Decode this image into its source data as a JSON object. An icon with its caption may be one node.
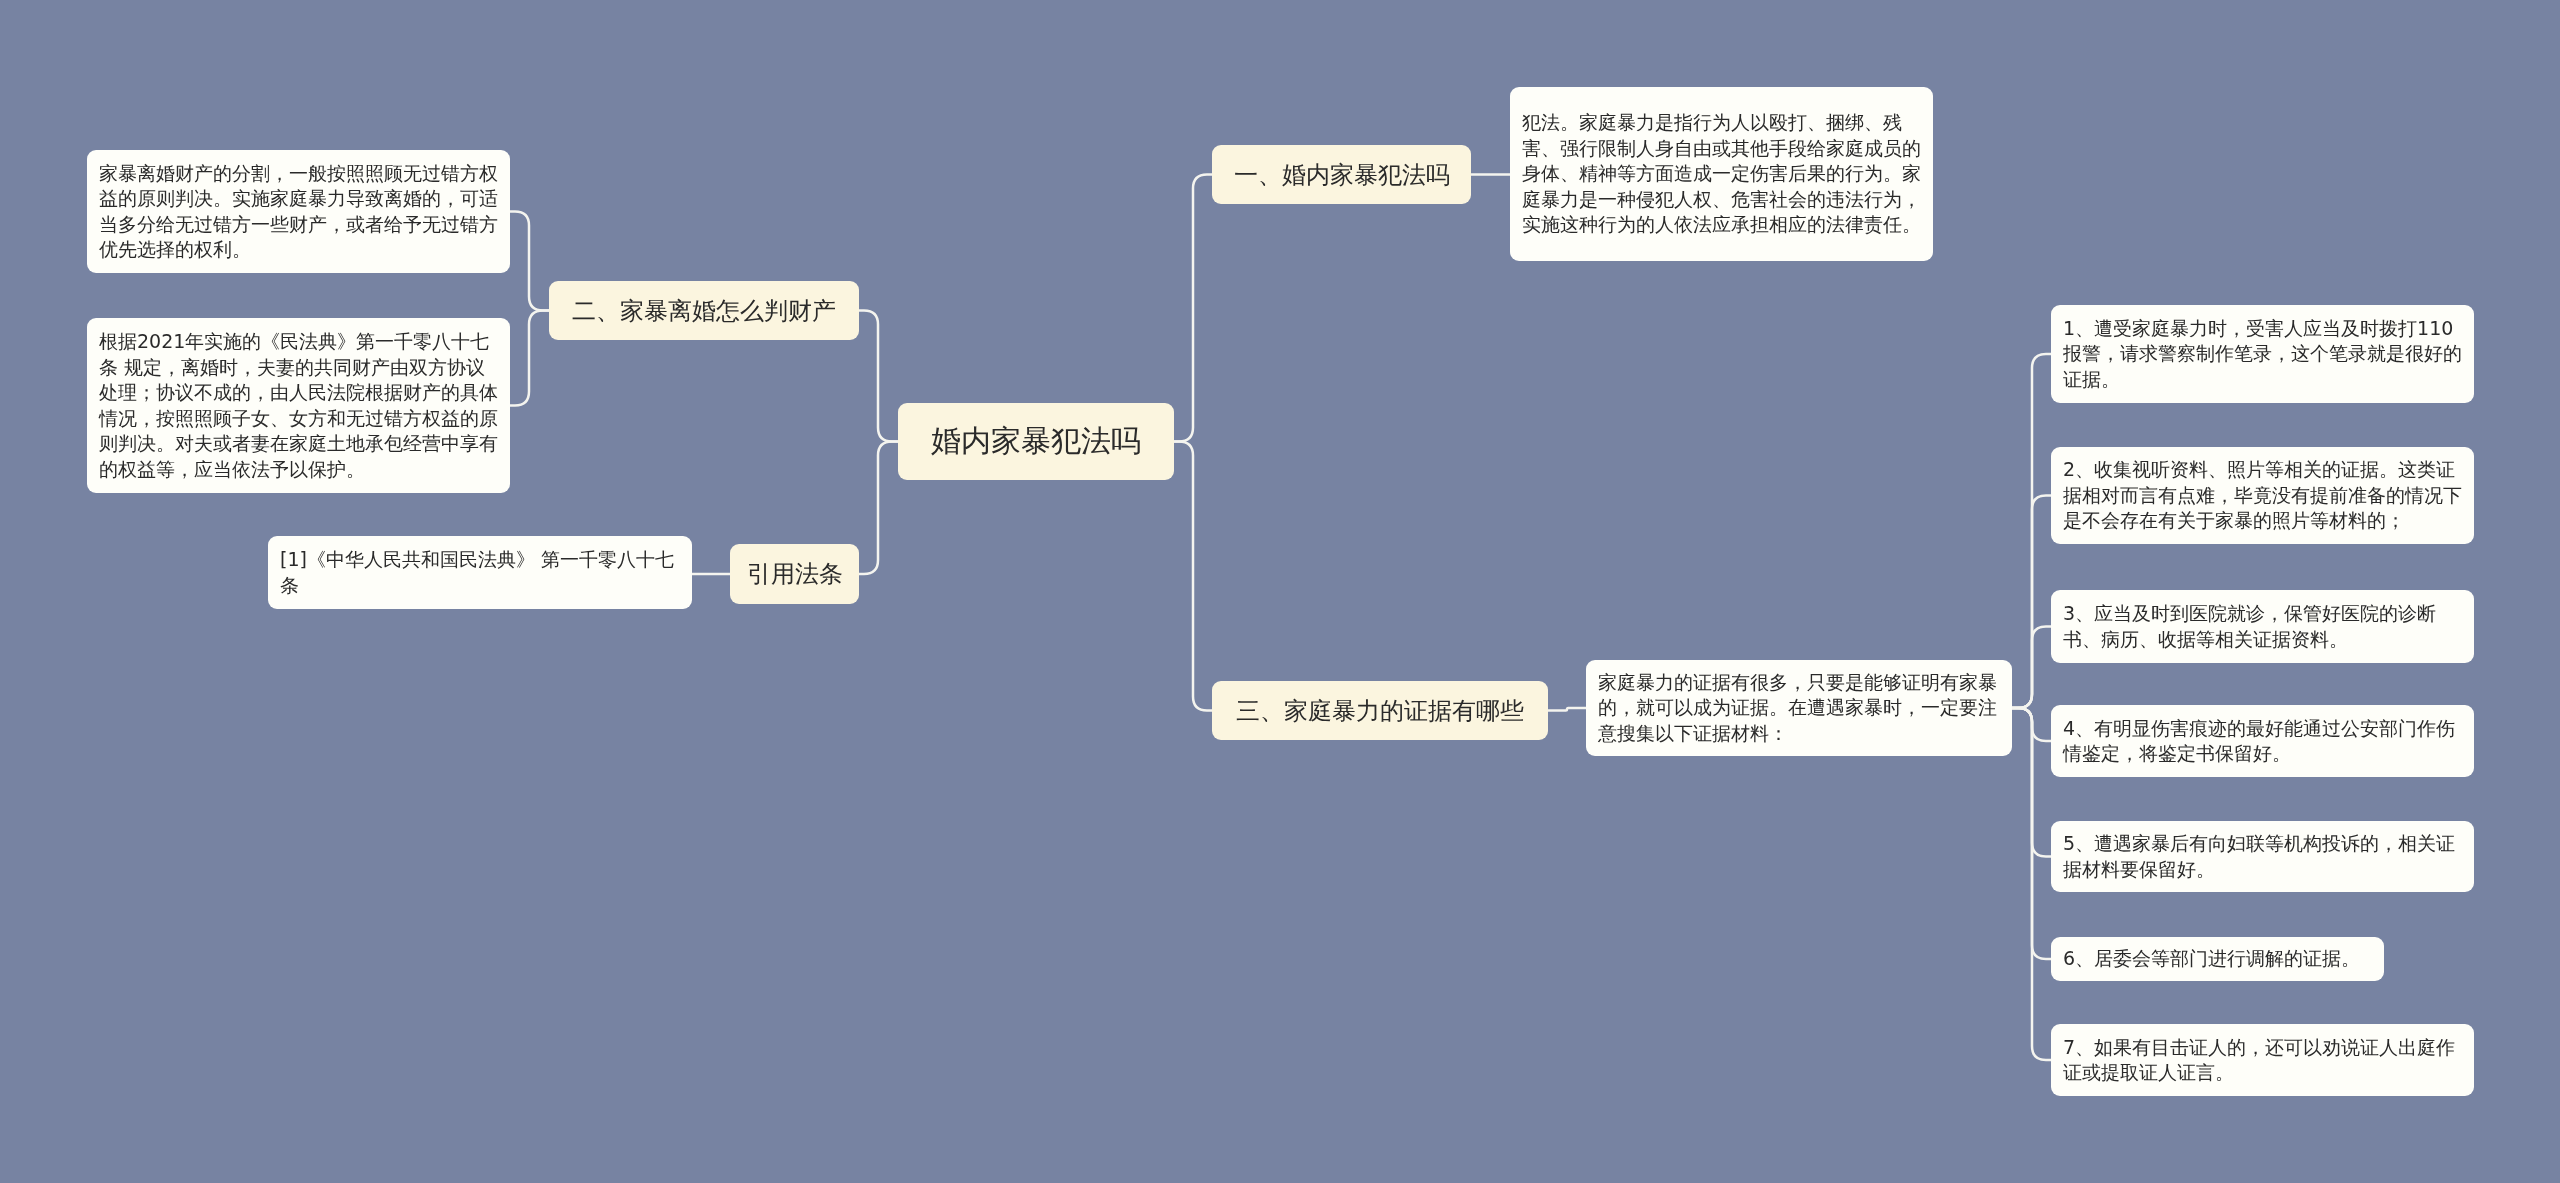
{
  "diagram": {
    "nodes": [
      {
        "text": [
          "婚内家暴犯法吗"
        ]
      },
      {
        "text": [
          "一、婚内家暴犯法吗"
        ]
      },
      {
        "text": [
          "犯法。家庭暴力是指行为人以殴打、捆绑、残害、强行限制人身自由或其他手段给家庭成员的身体、精神等方面造成一定伤害后果的行为。家庭暴力是一种侵犯人权、危害社会的违法行为，实施这种行为的人依法应承担相应的法律责任。"
        ]
      },
      {
        "text": [
          "二、家暴离婚怎么判财产"
        ]
      },
      {
        "text": [
          "家暴离婚财产的分割，一般按照照顾无过错方权益的原则判决。实施家庭暴力导致离婚的，可适当多分给无过错方一些财产，或者给予无过错方优先选择的权利。"
        ]
      },
      {
        "text": [
          "根据2021年实施的《民法典》第一千零八十七条 规定，离婚时，夫妻的共同财产由双方协议处理；协议不成的，由人民法院根据财产的具体情况，按照照顾子女、女方和无过错方权益的原则判决。对夫或者妻在家庭土地承包经营中享有的权益等，应当依法予以保护。"
        ]
      },
      {
        "text": [
          "引用法条"
        ]
      },
      {
        "text": [
          "[1]《中华人民共和国民法典》 第一千零八十七条"
        ]
      },
      {
        "text": [
          "三、家庭暴力的证据有哪些"
        ]
      },
      {
        "text": [
          "家庭暴力的证据有很多，只要是能够证明有家暴的，就可以成为证据。在遭遇家暴时，一定要注意搜集以下证据材料："
        ]
      },
      {
        "text": [
          "1、遭受家庭暴力时，受害人应当及时拨打110报警，请求警察制作笔录，这个笔录就是很好的证据。"
        ]
      },
      {
        "text": [
          "2、收集视听资料、照片等相关的证据。这类证据相对而言有点难，毕竟没有提前准备的情况下是不会存在有关于家暴的照片等材料的；"
        ]
      },
      {
        "text": [
          "3、应当及时到医院就诊，保管好医院的诊断书、病历、收据等相关证据资料。"
        ]
      },
      {
        "text": [
          "4、有明显伤害痕迹的最好能通过公安部门作伤情鉴定，将鉴定书保留好。"
        ]
      },
      {
        "text": [
          "5、遭遇家暴后有向妇联等机构投诉的，相关证据材料要保留好。"
        ]
      },
      {
        "text": [
          "6、居委会等部门进行调解的证据。"
        ]
      },
      {
        "text": [
          "7、如果有目击证人的，还可以劝说证人出庭作证或提取证人证言。"
        ]
      }
    ],
    "edges": [
      {
        "from": 0,
        "to": 1,
        "arrow": "none"
      },
      {
        "from": 1,
        "to": 2,
        "arrow": "none"
      },
      {
        "from": 0,
        "to": 3,
        "arrow": "none"
      },
      {
        "from": 3,
        "to": 4,
        "arrow": "none"
      },
      {
        "from": 3,
        "to": 5,
        "arrow": "none"
      },
      {
        "from": 0,
        "to": 6,
        "arrow": "none"
      },
      {
        "from": 6,
        "to": 7,
        "arrow": "none"
      },
      {
        "from": 0,
        "to": 8,
        "arrow": "none"
      },
      {
        "from": 8,
        "to": 9,
        "arrow": "none"
      },
      {
        "from": 9,
        "to": 10,
        "arrow": "none"
      },
      {
        "from": 9,
        "to": 11,
        "arrow": "none"
      },
      {
        "from": 9,
        "to": 12,
        "arrow": "none"
      },
      {
        "from": 9,
        "to": 13,
        "arrow": "none"
      },
      {
        "from": 9,
        "to": 14,
        "arrow": "none"
      },
      {
        "from": 9,
        "to": 15,
        "arrow": "none"
      },
      {
        "from": 9,
        "to": 16,
        "arrow": "none"
      }
    ]
  }
}
